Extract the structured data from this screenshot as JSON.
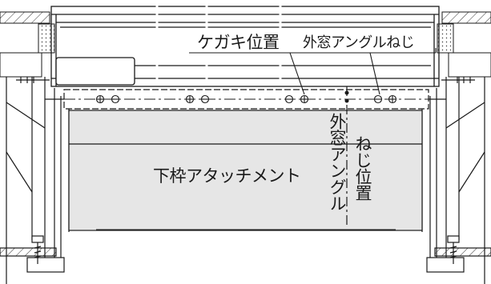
{
  "labels": {
    "marking_position": "ケガキ位置",
    "outer_window_angle_screw": "外窓アングルねじ",
    "sill_attachment": "下枠アタッチメント",
    "vertical_line1": "外窓アングル",
    "vertical_line2": "ねじ位置"
  },
  "colors": {
    "line": "#1a1a1a",
    "attachment_fill": "#e6e6e6",
    "frame_fill": "#ffffff"
  },
  "icons": {
    "screw": "screw-icon",
    "hatch": "wall-hatch"
  }
}
